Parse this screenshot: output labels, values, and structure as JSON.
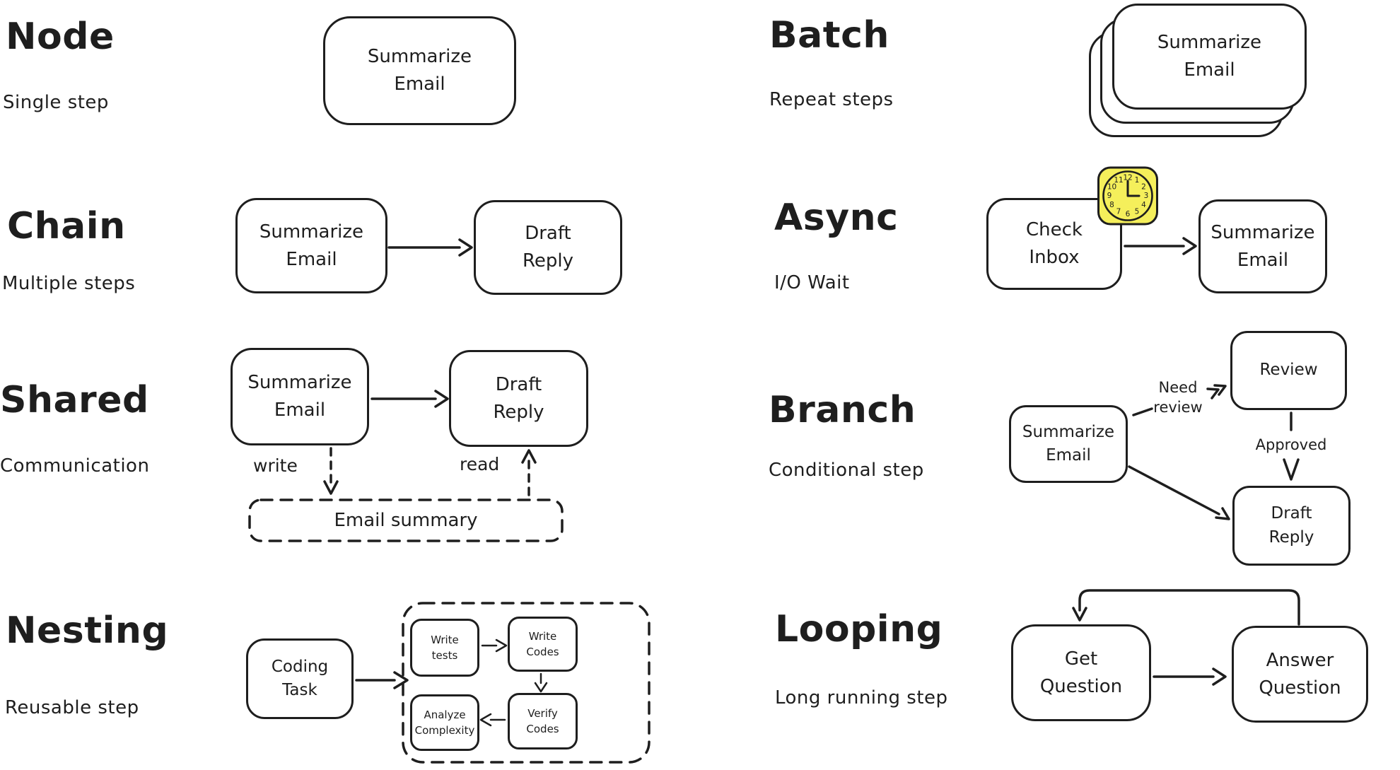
{
  "colors": {
    "ink": "#1e1e1e",
    "background": "#ffffff",
    "clock_fill": "#f5ef5b"
  },
  "sections": {
    "node": {
      "title": "Node",
      "subtitle": "Single step",
      "step": "Summarize\nEmail"
    },
    "batch": {
      "title": "Batch",
      "subtitle": "Repeat steps",
      "step": "Summarize\nEmail"
    },
    "chain": {
      "title": "Chain",
      "subtitle": "Multiple steps",
      "step1": "Summarize\nEmail",
      "step2": "Draft\nReply"
    },
    "async": {
      "title": "Async",
      "subtitle": "I/O Wait",
      "step1": "Check\nInbox",
      "step2": "Summarize\nEmail",
      "clock_numerals": [
        "12",
        "1",
        "2",
        "3",
        "4",
        "5",
        "6",
        "7",
        "8",
        "9",
        "10",
        "11"
      ]
    },
    "shared": {
      "title": "Shared",
      "subtitle": "Communication",
      "step1": "Summarize\nEmail",
      "step2": "Draft\nReply",
      "write_label": "write",
      "read_label": "read",
      "store": "Email summary"
    },
    "branch": {
      "title": "Branch",
      "subtitle": "Conditional step",
      "source": "Summarize\nEmail",
      "review": "Review",
      "draft": "Draft\nReply",
      "need_review_label": "Need\nreview",
      "approved_label": "Approved"
    },
    "nesting": {
      "title": "Nesting",
      "subtitle": "Reusable step",
      "outer": "Coding\nTask",
      "inner1": "Write\ntests",
      "inner2": "Write\nCodes",
      "inner3": "Verify\nCodes",
      "inner4": "Analyze\nComplexity"
    },
    "looping": {
      "title": "Looping",
      "subtitle": "Long running step",
      "step1": "Get\nQuestion",
      "step2": "Answer\nQuestion"
    }
  }
}
